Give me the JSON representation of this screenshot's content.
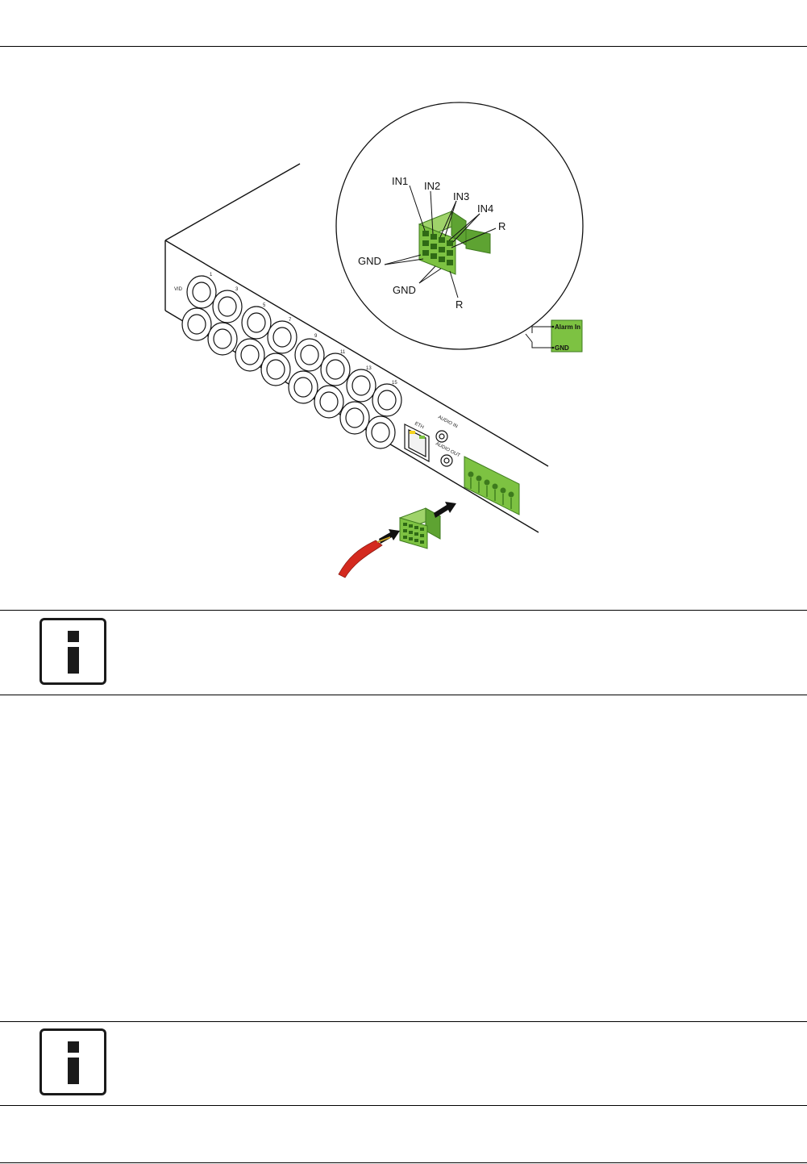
{
  "figure": {
    "zoom_labels": {
      "in1": "IN1",
      "in2": "IN2",
      "in3": "IN3",
      "in4": "IN4",
      "r_top": "R",
      "gnd_left": "GND",
      "gnd_bottom": "GND",
      "r_bottom": "R"
    },
    "alarm_box": {
      "alarm_in": "Alarm In",
      "gnd": "GND"
    },
    "panel_labels": {
      "vid": "VID",
      "eth": "ETH",
      "audio_in": "AUDIO IN",
      "audio_out": "AUDIO OUT",
      "port_numbers": [
        "1",
        "3",
        "5",
        "7",
        "9",
        "11",
        "13",
        "15"
      ]
    },
    "colors": {
      "connector_green": "#7dc242",
      "connector_dark": "#3d7a1d",
      "wire_red": "#d42a1f",
      "led_yellow": "#f4d21e"
    }
  },
  "notes": [
    {
      "icon": "info-icon"
    },
    {
      "icon": "info-icon"
    }
  ]
}
